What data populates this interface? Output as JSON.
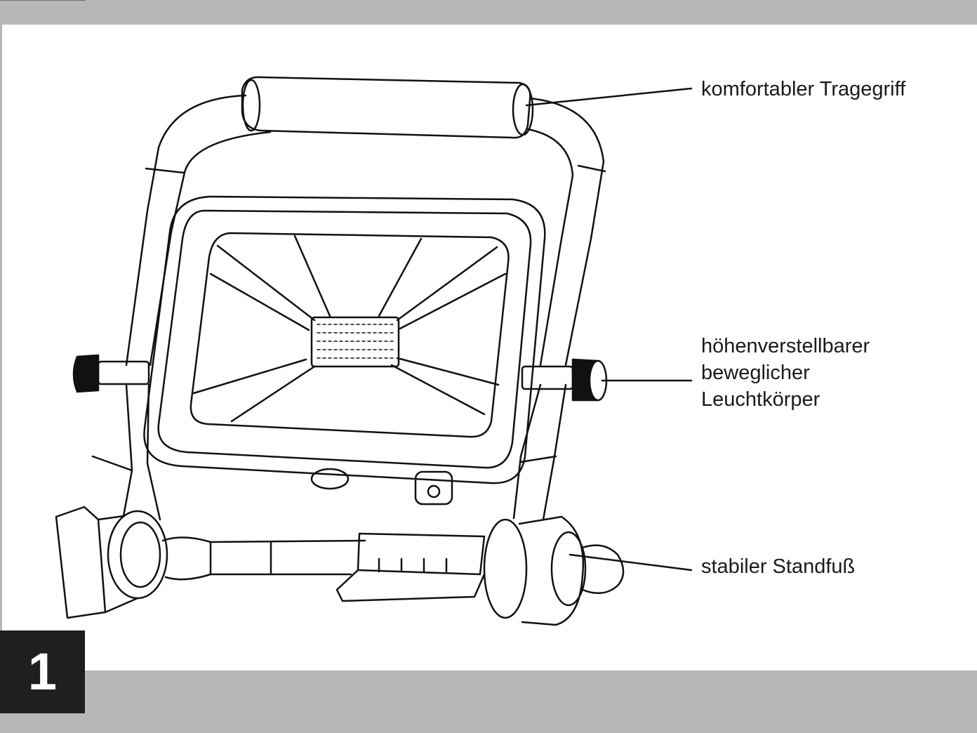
{
  "step_number": "1",
  "colors": {
    "frame": "#b6b8b6",
    "badge": "#1f1f1f",
    "line": "#111111"
  },
  "labels": {
    "handle": "komfortabler Tragegriff",
    "body": [
      "höhenverstellbarer",
      "beweglicher",
      "Leuchtkörper"
    ],
    "foot": "stabiler Standfuß"
  }
}
